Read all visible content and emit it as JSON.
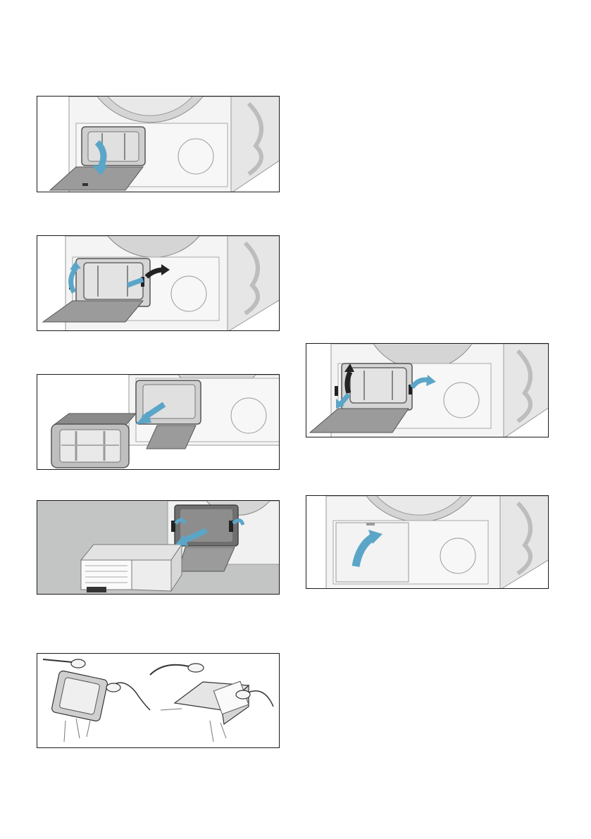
{
  "page": {
    "background": "#ffffff"
  },
  "figures": [
    {
      "id": "step-1-open-maintenance-flap",
      "arrow_color": "#5ba6c8"
    },
    {
      "id": "step-2-unlock-levers",
      "arrow_color": "#5ba6c8"
    },
    {
      "id": "step-3-pull-out-filter-frame",
      "arrow_color": "#5ba6c8"
    },
    {
      "id": "step-4-pull-out-heat-exchanger",
      "arrow_color": "#5ba6c8"
    },
    {
      "id": "step-5-rinse-under-water",
      "arrow_color": "#555555"
    },
    {
      "id": "step-6-lock-levers",
      "arrow_color": "#5ba6c8"
    },
    {
      "id": "step-7-close-flap",
      "arrow_color": "#5ba6c8"
    }
  ],
  "colors": {
    "frame_border": "#1a1a1a",
    "machine_body": "#f2f2f2",
    "machine_side": "#e3e3e3",
    "door_ring": "#b8b8b8",
    "flap_gray": "#9a9a9a",
    "step4_background": "#c3c4c4",
    "arrow_blue": "#5ba6c8"
  }
}
